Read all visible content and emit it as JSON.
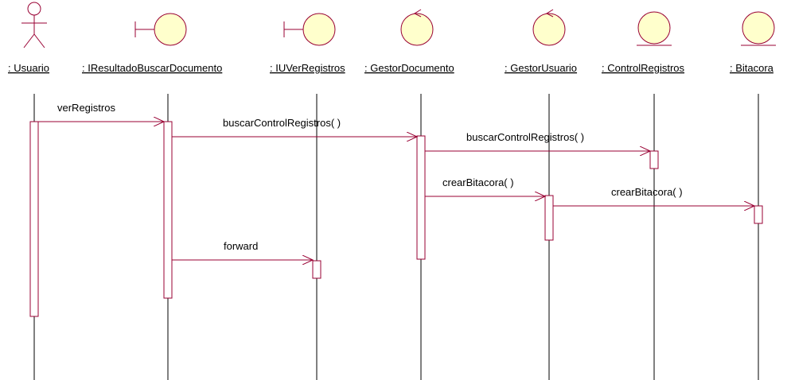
{
  "colors": {
    "lifeline": "#000000",
    "message": "#990033",
    "activation_border": "#990033",
    "activation_fill": "#ffffff",
    "object_fill": "#ffffcc",
    "object_stroke": "#990033",
    "text": "#000000"
  },
  "objects": [
    {
      "id": "usuario",
      "name": ": Usuario",
      "kind": "actor"
    },
    {
      "id": "iresultado",
      "name": ": IResultadoBuscarDocumento",
      "kind": "boundary"
    },
    {
      "id": "iuver",
      "name": ": IUVerRegistros",
      "kind": "boundary"
    },
    {
      "id": "gestordoc",
      "name": ": GestorDocumento",
      "kind": "control"
    },
    {
      "id": "gestorusuario",
      "name": ": GestorUsuario",
      "kind": "control"
    },
    {
      "id": "controlreg",
      "name": ": ControlRegistros",
      "kind": "entity"
    },
    {
      "id": "bitacora",
      "name": ": Bitacora",
      "kind": "entity"
    }
  ],
  "messages": [
    {
      "label": "verRegistros",
      "from": "usuario",
      "to": "iresultado"
    },
    {
      "label": "buscarControlRegistros( )",
      "from": "iresultado",
      "to": "gestordoc"
    },
    {
      "label": "buscarControlRegistros( )",
      "from": "gestordoc",
      "to": "controlreg"
    },
    {
      "label": "crearBitacora( )",
      "from": "gestordoc",
      "to": "gestorusuario"
    },
    {
      "label": "crearBitacora( )",
      "from": "gestorusuario",
      "to": "bitacora"
    },
    {
      "label": "forward",
      "from": "iresultado",
      "to": "iuver"
    }
  ]
}
